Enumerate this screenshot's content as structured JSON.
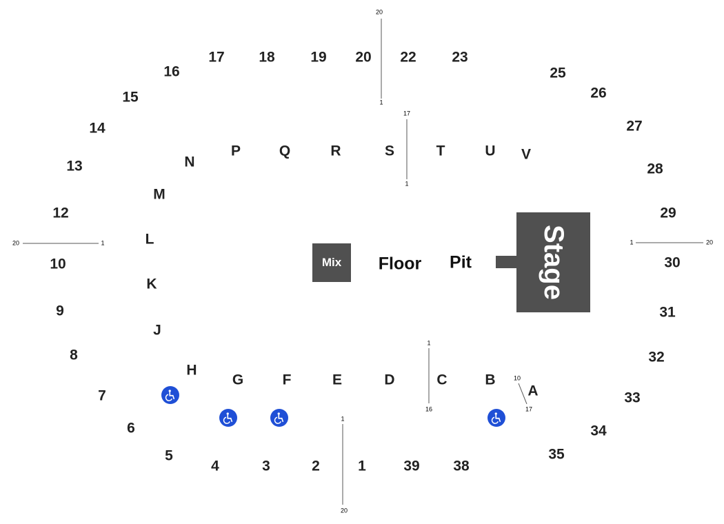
{
  "sections_outer": [
    "1",
    "2",
    "3",
    "4",
    "5",
    "6",
    "7",
    "8",
    "9",
    "10",
    "12",
    "13",
    "14",
    "15",
    "16",
    "17",
    "18",
    "19",
    "20",
    "22",
    "23",
    "25",
    "26",
    "27",
    "28",
    "29",
    "30",
    "31",
    "32",
    "33",
    "34",
    "35",
    "38",
    "39"
  ],
  "sections_floor": [
    "A",
    "B",
    "C",
    "D",
    "E",
    "F",
    "G",
    "H",
    "J",
    "K",
    "L",
    "M",
    "N",
    "P",
    "Q",
    "R",
    "S",
    "T",
    "U",
    "V"
  ],
  "labels": {
    "floor": "Floor",
    "pit": "Pit",
    "mix": "Mix",
    "stage": "Stage"
  },
  "row_labels": {
    "top_hi": "20",
    "top_lo": "1",
    "mid_top_hi": "17",
    "mid_top_lo": "1",
    "left_outer": "20",
    "left_inner": "1",
    "right_inner": "1",
    "right_outer": "20",
    "mid_bot_lo": "1",
    "mid_bot_hi": "16",
    "a_lo": "10",
    "a_hi": "17",
    "bot_lo": "1",
    "bot_hi": "20"
  },
  "accessible_icons": [
    "wheelchair-icon",
    "wheelchair-icon",
    "wheelchair-icon",
    "wheelchair-icon"
  ],
  "colors": {
    "box": "#505050",
    "accessible": "#1f4fd6",
    "text": "#222222"
  }
}
